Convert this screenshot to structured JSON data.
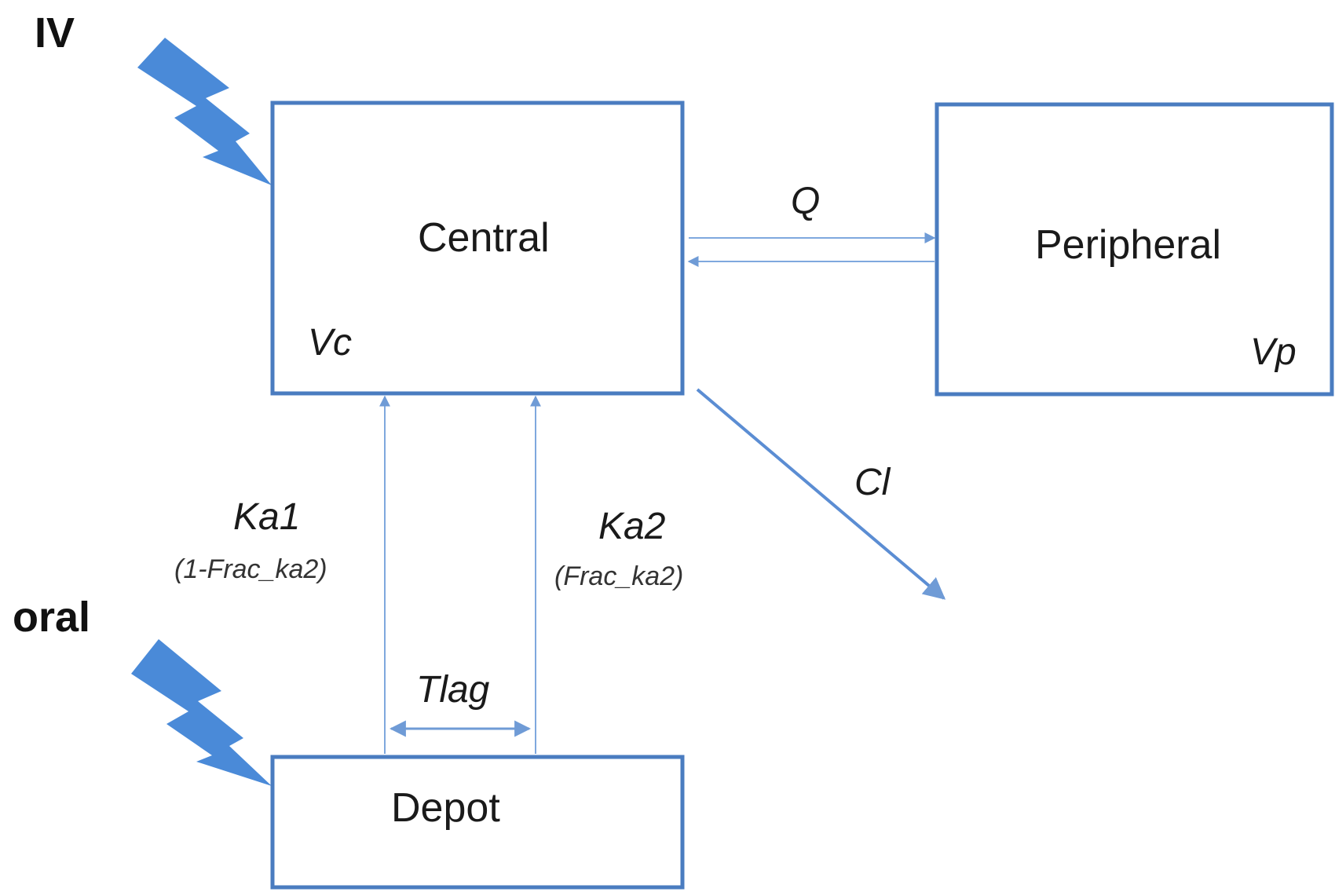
{
  "routes": {
    "iv": "IV",
    "oral": "oral"
  },
  "compartments": {
    "central": {
      "name": "Central",
      "volume": "Vc"
    },
    "peripheral": {
      "name": "Peripheral",
      "volume": "Vp"
    },
    "depot": {
      "name": "Depot"
    }
  },
  "parameters": {
    "intercompartmental_clearance": "Q",
    "clearance": "Cl",
    "ka1": "Ka1",
    "ka1_fraction": "(1-Frac_ka2)",
    "ka2": "Ka2",
    "ka2_fraction": "(Frac_ka2)",
    "tlag": "Tlag"
  },
  "colors": {
    "box_stroke": "#4a7cc0",
    "arrow": "#6f9bd6",
    "bolt": "#4a8ad8"
  }
}
